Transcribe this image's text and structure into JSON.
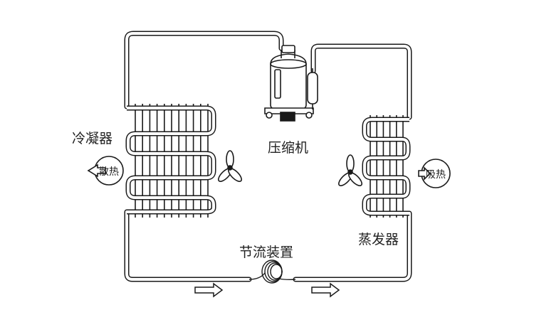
{
  "labels": {
    "compressor": "压缩机",
    "condenser": "冷凝器",
    "heat_release": "散热",
    "evaporator": "蒸发器",
    "heat_absorb": "吸热",
    "expansion_device": "节流装置"
  },
  "icons": {
    "compressor": "compressor-icon",
    "condenser_fan": "fan-icon",
    "evaporator_fan": "fan-icon",
    "heat_release_arrow": "arrow-left-icon",
    "heat_absorb_arrow": "arrow-right-icon",
    "flow_arrow": "arrow-right-icon",
    "capillary_coil": "coil-icon"
  },
  "colors": {
    "line": "#1a1a1a",
    "background": "#ffffff"
  }
}
